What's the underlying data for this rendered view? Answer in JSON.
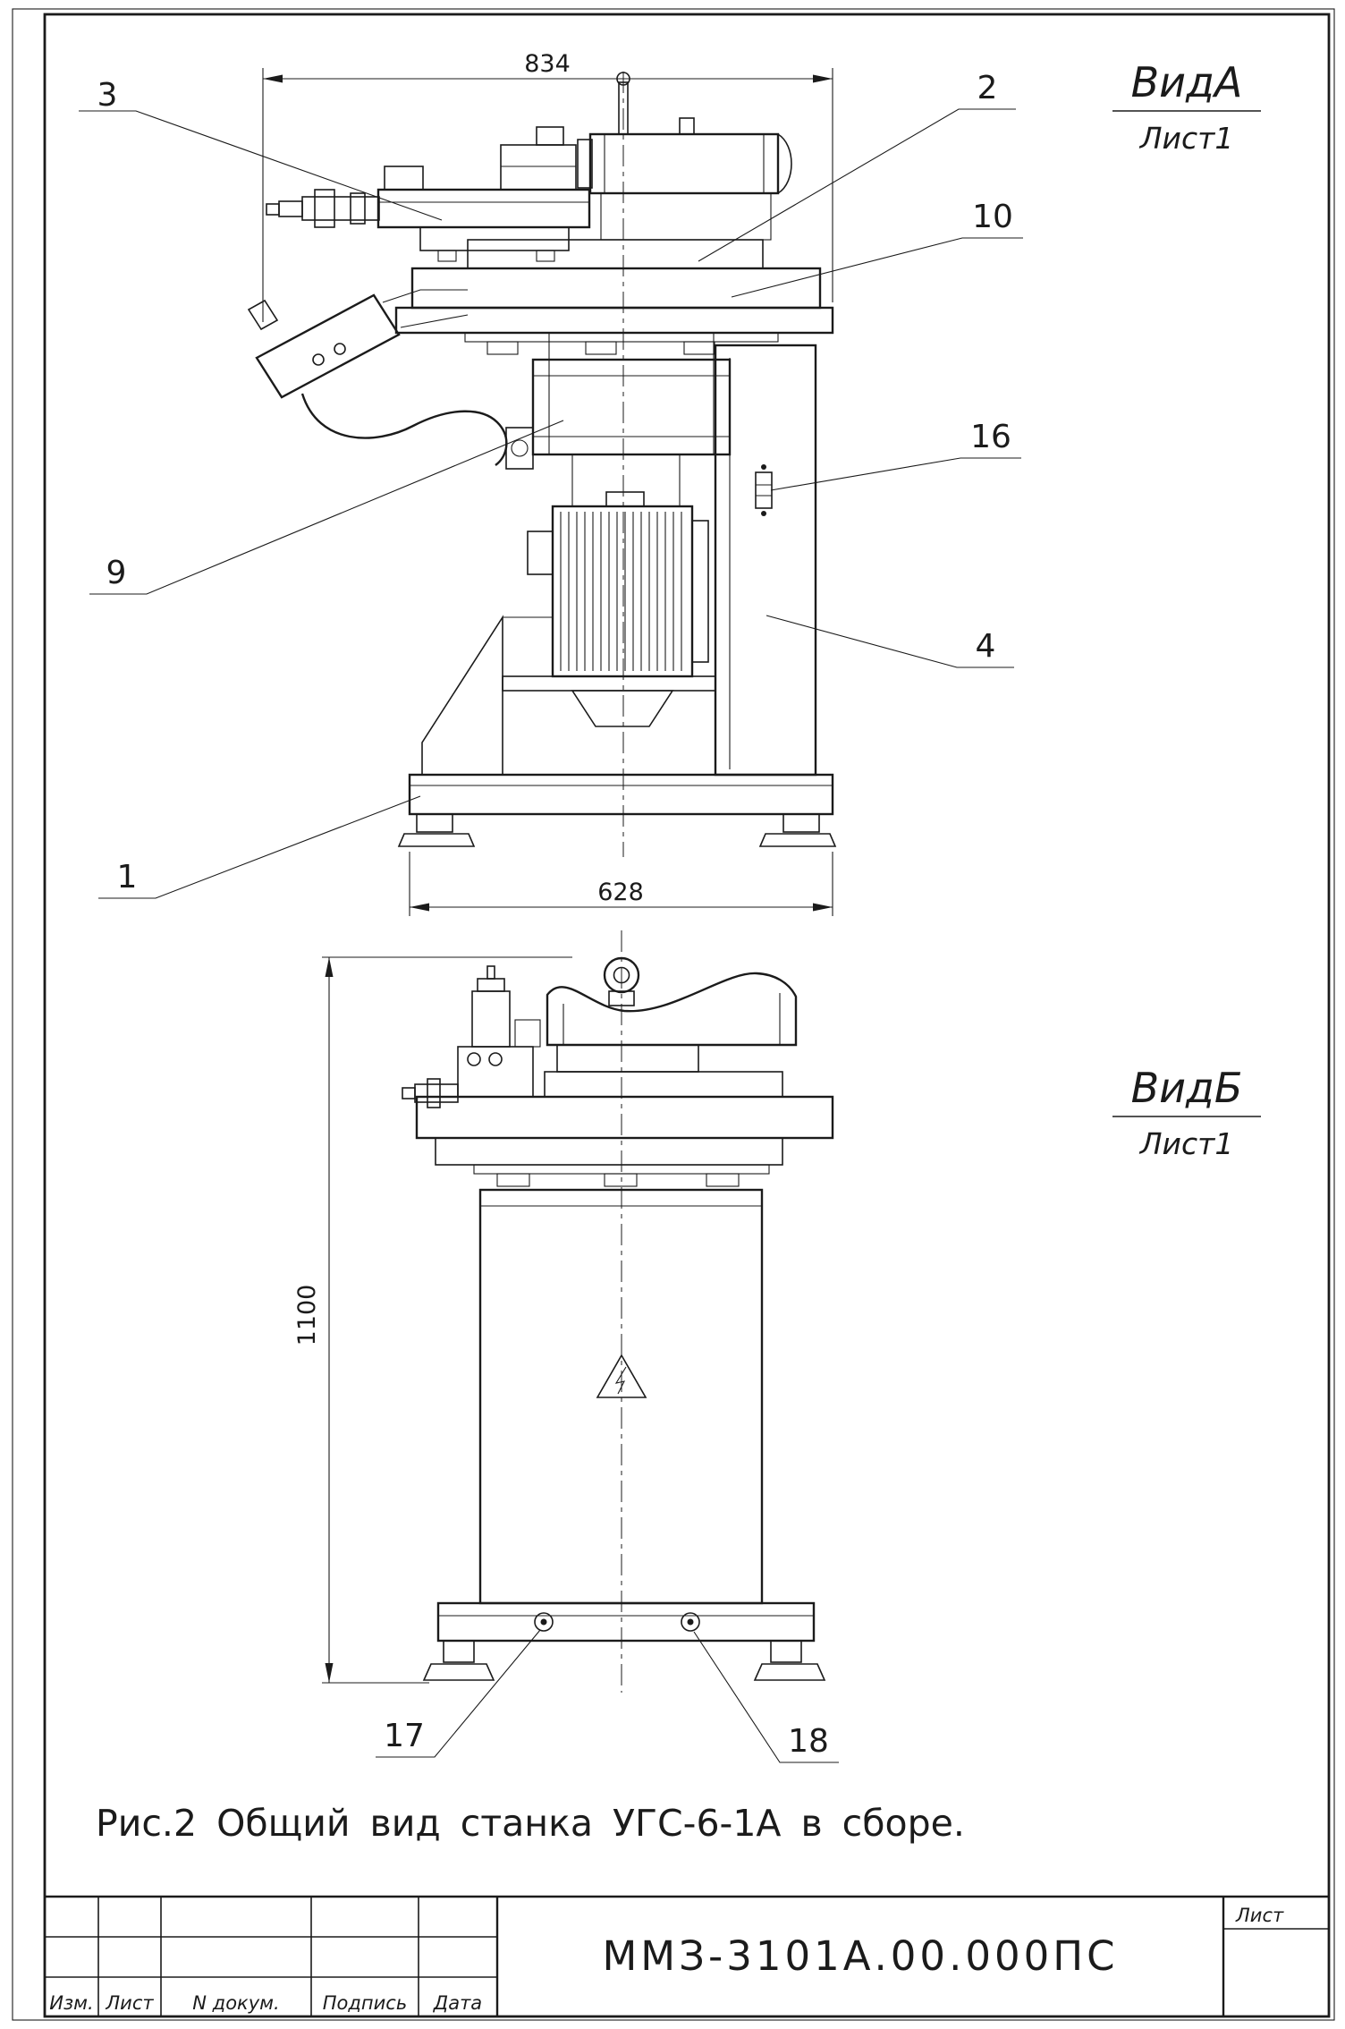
{
  "views": {
    "a": {
      "title": "ВидА",
      "sheet": "Лист1"
    },
    "b": {
      "title": "ВидБ",
      "sheet": "Лист1"
    }
  },
  "dimensions": {
    "top_width": "834",
    "base_width": "628",
    "height": "1100"
  },
  "callouts": {
    "n1": "1",
    "n2": "2",
    "n3": "3",
    "n4": "4",
    "n9": "9",
    "n10": "10",
    "n16": "16",
    "n17": "17",
    "n18": "18"
  },
  "caption": "Рис.2  Общий вид станка УГС-6-1А в сборе.",
  "title_block": {
    "doc_number": "ММЗ-3101А.00.000ПС",
    "sheet_header": "Лист",
    "col_izm": "Изм.",
    "col_list": "Лист",
    "col_ndoc": "N докум.",
    "col_podpis": "Подпись",
    "col_data": "Дата"
  }
}
